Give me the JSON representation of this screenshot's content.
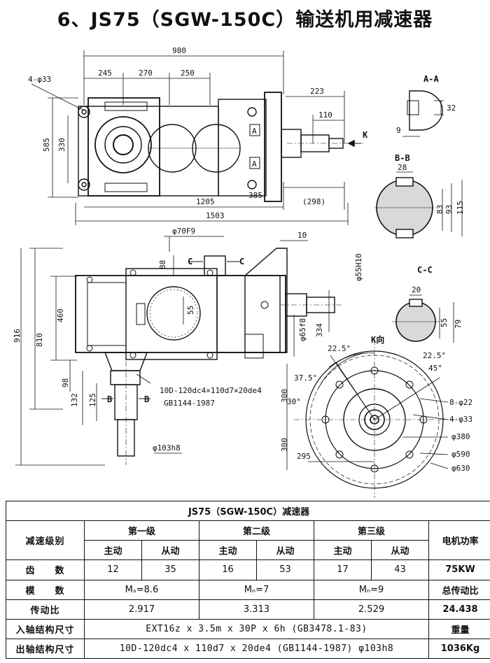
{
  "title": "6、JS75（SGW-150C）输送机用减速器",
  "top_view": {
    "dims": [
      "980",
      "245",
      "270",
      "250",
      "223",
      "110",
      "585",
      "330",
      "1205",
      "385",
      "(298)",
      "1503"
    ],
    "callouts": [
      "4-φ33",
      "K",
      "A",
      "A"
    ]
  },
  "section_aa": {
    "label": "A-A",
    "dims": [
      "32",
      "9"
    ]
  },
  "section_bb": {
    "label": "B-B",
    "dims": [
      "28",
      "83",
      "93",
      "115"
    ]
  },
  "section_cc": {
    "label": "C-C",
    "dims": [
      "20",
      "55",
      "79"
    ]
  },
  "front_view": {
    "dims": [
      "φ70F9",
      "10",
      "88",
      "φ55H10",
      "55",
      "460",
      "810",
      "916",
      "φ65f8",
      "334",
      "98",
      "132",
      "125",
      "φ103h8"
    ],
    "labels": [
      "C",
      "C",
      "B",
      "B"
    ],
    "spline_note": "10D-120dc4×110d7×20de4",
    "standard_note": "GB1144-1987"
  },
  "k_view": {
    "label": "K向",
    "dims": [
      "22.5°",
      "22.5°",
      "45°",
      "37.5°",
      "30°",
      "300",
      "300",
      "295",
      "8-φ22",
      "4-φ33",
      "φ380",
      "φ590",
      "φ630"
    ]
  },
  "spec_table": {
    "caption": "JS75（SGW-150C）减速器",
    "stage_label": "减速级别",
    "stage1": "第一级",
    "stage2": "第二级",
    "stage3": "第三级",
    "driving": "主动",
    "driven": "从动",
    "motor_power_label": "电机功率",
    "teeth_label": "齿　　数",
    "teeth": [
      "12",
      "35",
      "16",
      "53",
      "17",
      "43"
    ],
    "motor_power": "75KW",
    "module_label": "模　　数",
    "modules": [
      "Mₛ=8.6",
      "Mₙ=7",
      "Mₙ=9"
    ],
    "total_ratio_label": "总传动比",
    "ratio_label": "传动比",
    "ratios": [
      "2.917",
      "3.313",
      "2.529"
    ],
    "total_ratio": "24.438",
    "input_label": "入轴结构尺寸",
    "input_value": "EXT16z x 3.5m x 30P x 6h (GB3478.1-83)",
    "weight_label": "重量",
    "output_label": "出轴结构尺寸",
    "output_value": "10D-120dc4 x 110d7 x 20de4 (GB1144-1987) φ103h8",
    "weight": "1036Kg"
  }
}
